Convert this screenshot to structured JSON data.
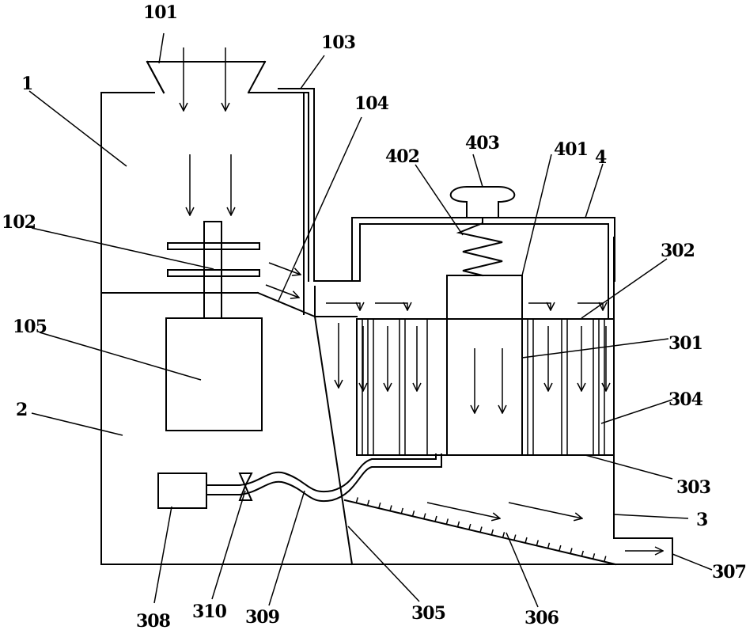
{
  "labels": {
    "l1": "1",
    "l2": "2",
    "l3": "3",
    "l4": "4",
    "l101": "101",
    "l102": "102",
    "l103": "103",
    "l104": "104",
    "l105": "105",
    "l301": "301",
    "l302": "302",
    "l303": "303",
    "l304": "304",
    "l305": "305",
    "l306": "306",
    "l307": "307",
    "l308": "308",
    "l309": "309",
    "l310": "310",
    "l401": "401",
    "l402": "402",
    "l403": "403"
  }
}
